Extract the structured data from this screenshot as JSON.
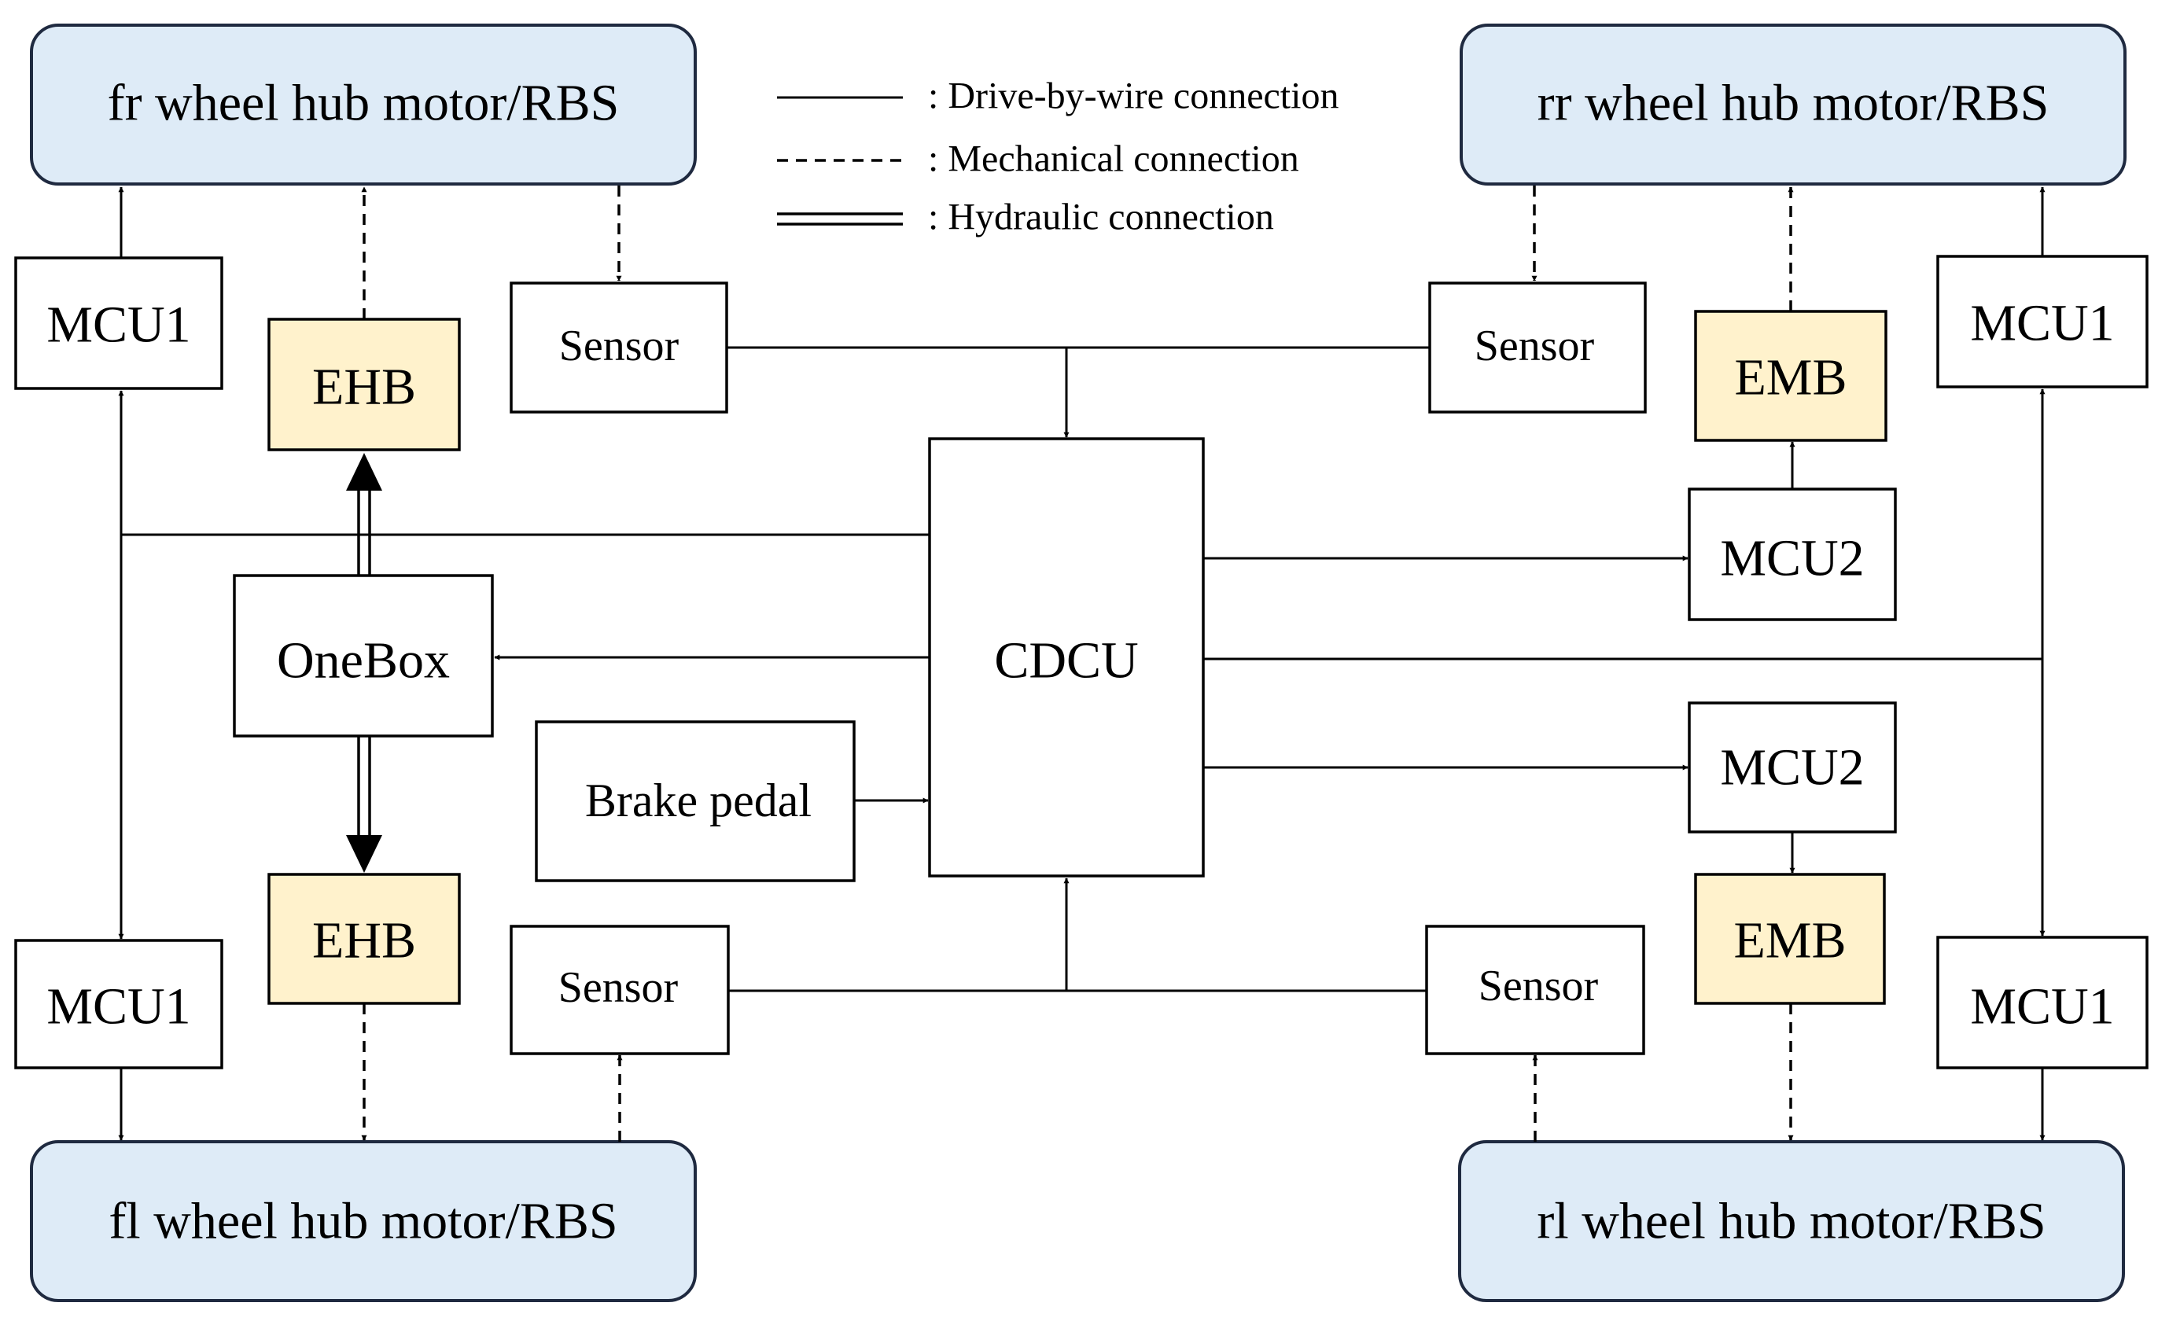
{
  "legend": {
    "drive_by_wire": ": Drive-by-wire connection",
    "mechanical": ": Mechanical connection",
    "hydraulic": ": Hydraulic connection"
  },
  "wheels": {
    "fr": "fr wheel hub motor/RBS",
    "rr": "rr wheel hub motor/RBS",
    "fl": "fl wheel hub motor/RBS",
    "rl": "rl wheel hub motor/RBS"
  },
  "nodes": {
    "mcu1_fr": "MCU1",
    "mcu1_rr": "MCU1",
    "mcu1_fl": "MCU1",
    "mcu1_rl": "MCU1",
    "ehb_top": "EHB",
    "ehb_bottom": "EHB",
    "emb_top": "EMB",
    "emb_bottom": "EMB",
    "mcu2_top": "MCU2",
    "mcu2_bottom": "MCU2",
    "sensor_fr": "Sensor",
    "sensor_rr": "Sensor",
    "sensor_fl": "Sensor",
    "sensor_rl": "Sensor",
    "onebox": "OneBox",
    "cdcu": "CDCU",
    "brake_pedal": "Brake pedal"
  },
  "colors": {
    "wheel_fill": "#deebf7",
    "brake_fill": "#fff2cc"
  }
}
